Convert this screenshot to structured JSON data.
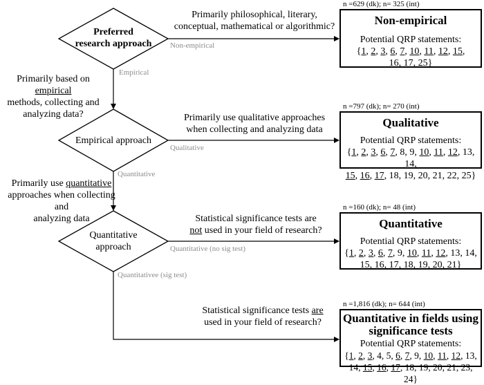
{
  "diamonds": {
    "preferred": [
      "Preferred",
      "research approach"
    ],
    "empirical": [
      "Empirical approach"
    ],
    "quantitative": [
      "Quantitative",
      "approach"
    ]
  },
  "questions": {
    "nonempirical": [
      "Primarily philosophical, literary,",
      "conceptual, mathematical or algorithmic?"
    ],
    "empirical_pre": "Primarily based on ",
    "empirical_u": "empirical",
    "empirical_rest": [
      "methods, collecting and",
      "analyzing data?"
    ],
    "qualitative": [
      "Primarily use qualitative approaches",
      "when collecting and analyzing data"
    ],
    "quant_pre": "Primarily use ",
    "quant_u": "quantitative",
    "quant_rest": [
      "approaches when collecting and",
      "analyzing data"
    ],
    "nosig": {
      "l1": "Statistical significance tests are",
      "l2_u": "not",
      "l2_rest": " used in your field of research?"
    },
    "sig": {
      "l1_pre": "Statistical significance tests ",
      "l1_u": "are",
      "l2": "used in your field of research?"
    }
  },
  "edge_labels": {
    "nonempirical": "Non-empirical",
    "empirical": "Empirical",
    "qualitative": "Qualitative",
    "quantitative": "Quantitative",
    "nosig": "Quantitative (no sig test)",
    "sig": "Quantitativee (sig test)"
  },
  "boxes": [
    {
      "id": "nonempirical",
      "n": "n =629 (dk); n= 325 (int)",
      "title": [
        "Non-empirical"
      ],
      "sub": "Potential QRP statements:",
      "lines": [
        [
          {
            "t": "{"
          },
          {
            "t": "1",
            "u": true
          },
          {
            "t": ", "
          },
          {
            "t": "2",
            "u": true
          },
          {
            "t": ", "
          },
          {
            "t": "3",
            "u": true
          },
          {
            "t": ", "
          },
          {
            "t": "6",
            "u": true
          },
          {
            "t": ", "
          },
          {
            "t": "7",
            "u": true
          },
          {
            "t": ", "
          },
          {
            "t": "10",
            "u": true
          },
          {
            "t": ", "
          },
          {
            "t": "11",
            "u": true
          },
          {
            "t": ", "
          },
          {
            "t": "12",
            "u": true
          },
          {
            "t": ", "
          },
          {
            "t": "15",
            "u": true
          },
          {
            "t": ","
          }
        ],
        [
          {
            "t": "16",
            "u": true
          },
          {
            "t": ", "
          },
          {
            "t": "17",
            "u": true
          },
          {
            "t": ", 25}"
          }
        ]
      ]
    },
    {
      "id": "qualitative",
      "n": "n =797 (dk); n= 270 (int)",
      "title": [
        "Qualitative"
      ],
      "sub": "Potential QRP statements:",
      "lines": [
        [
          {
            "t": "{"
          },
          {
            "t": "1",
            "u": true
          },
          {
            "t": ", "
          },
          {
            "t": "2",
            "u": true
          },
          {
            "t": ", "
          },
          {
            "t": "3",
            "u": true
          },
          {
            "t": ", "
          },
          {
            "t": "6",
            "u": true
          },
          {
            "t": ", "
          },
          {
            "t": "7",
            "u": true
          },
          {
            "t": ", 8, 9, "
          },
          {
            "t": "10",
            "u": true
          },
          {
            "t": ", "
          },
          {
            "t": "11",
            "u": true
          },
          {
            "t": ", "
          },
          {
            "t": "12",
            "u": true
          },
          {
            "t": ", 13, 14,"
          }
        ],
        [
          {
            "t": "15",
            "u": true
          },
          {
            "t": ", "
          },
          {
            "t": "16",
            "u": true
          },
          {
            "t": ", "
          },
          {
            "t": "17",
            "u": true
          },
          {
            "t": ", 18, 19, 20, 21, 22, 25}"
          }
        ]
      ]
    },
    {
      "id": "quantitative",
      "n": "n =160 (dk); n= 48 (int)",
      "title": [
        "Quantitative"
      ],
      "sub": "Potential QRP statements:",
      "lines": [
        [
          {
            "t": "{"
          },
          {
            "t": "1",
            "u": true
          },
          {
            "t": ", "
          },
          {
            "t": "2",
            "u": true
          },
          {
            "t": ", "
          },
          {
            "t": "3",
            "u": true
          },
          {
            "t": ", "
          },
          {
            "t": "6",
            "u": true
          },
          {
            "t": ", "
          },
          {
            "t": "7",
            "u": true
          },
          {
            "t": ", 9, "
          },
          {
            "t": "10",
            "u": true
          },
          {
            "t": ", "
          },
          {
            "t": "11",
            "u": true
          },
          {
            "t": ", "
          },
          {
            "t": "12",
            "u": true
          },
          {
            "t": ", 13, 14,"
          }
        ],
        [
          {
            "t": "15",
            "u": true
          },
          {
            "t": ", "
          },
          {
            "t": "16",
            "u": true
          },
          {
            "t": ", "
          },
          {
            "t": "17",
            "u": true
          },
          {
            "t": ", 18, 19, 20, 21}"
          }
        ]
      ]
    },
    {
      "id": "significance",
      "n": "n =1,816 (dk); n= 644 (int)",
      "title": [
        "Quantitative in fields using",
        "significance tests"
      ],
      "sub": "Potential QRP statements:",
      "lines": [
        [
          {
            "t": "{"
          },
          {
            "t": "1",
            "u": true
          },
          {
            "t": ", "
          },
          {
            "t": "2",
            "u": true
          },
          {
            "t": ", "
          },
          {
            "t": "3",
            "u": true
          },
          {
            "t": ", 4, 5, "
          },
          {
            "t": "6",
            "u": true
          },
          {
            "t": ", "
          },
          {
            "t": "7",
            "u": true
          },
          {
            "t": ", 9, "
          },
          {
            "t": "10",
            "u": true
          },
          {
            "t": ", "
          },
          {
            "t": "11",
            "u": true
          },
          {
            "t": ", "
          },
          {
            "t": "12",
            "u": true
          },
          {
            "t": ", 13,"
          }
        ],
        [
          {
            "t": "14, "
          },
          {
            "t": "15",
            "u": true
          },
          {
            "t": ", "
          },
          {
            "t": "16",
            "u": true
          },
          {
            "t": ", "
          },
          {
            "t": "17",
            "u": true
          },
          {
            "t": ", 18, 19, 20, 21, 23, 24}"
          }
        ]
      ]
    }
  ]
}
